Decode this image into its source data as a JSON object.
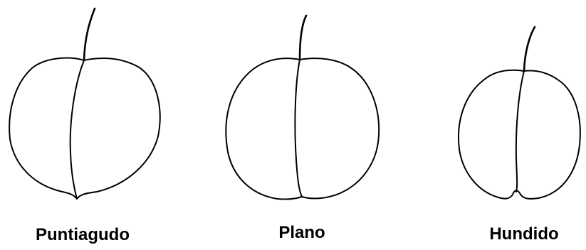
{
  "figure": {
    "fruits": [
      {
        "shape": "pointed-apex fruit outline",
        "label": "Puntiagudo"
      },
      {
        "shape": "flat-apex fruit outline",
        "label": "Plano"
      },
      {
        "shape": "sunken-apex fruit outline",
        "label": "Hundido"
      }
    ]
  },
  "colors": {
    "line": "#000000",
    "background": "#ffffff"
  }
}
